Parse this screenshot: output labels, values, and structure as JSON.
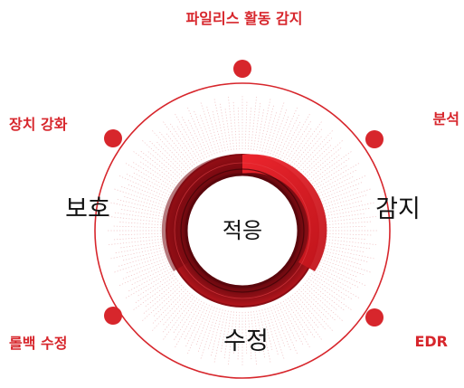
{
  "diagram": {
    "center": {
      "label": "적응"
    },
    "quadrants": {
      "left": "보호",
      "right": "감지",
      "bottom": "수정"
    },
    "nodes": [
      {
        "id": "fileless",
        "label": "파일리스 활동 감지"
      },
      {
        "id": "analysis",
        "label": "분석"
      },
      {
        "id": "edr",
        "label": "EDR"
      },
      {
        "id": "rollback",
        "label": "롤백 수정"
      },
      {
        "id": "hardening",
        "label": "장치 강화"
      }
    ],
    "colors": {
      "accent": "#d7262c",
      "ring_dark": "#8a0d14",
      "ring_mid": "#b3151c",
      "ring_bright": "#e11f26",
      "text": "#111111"
    }
  }
}
